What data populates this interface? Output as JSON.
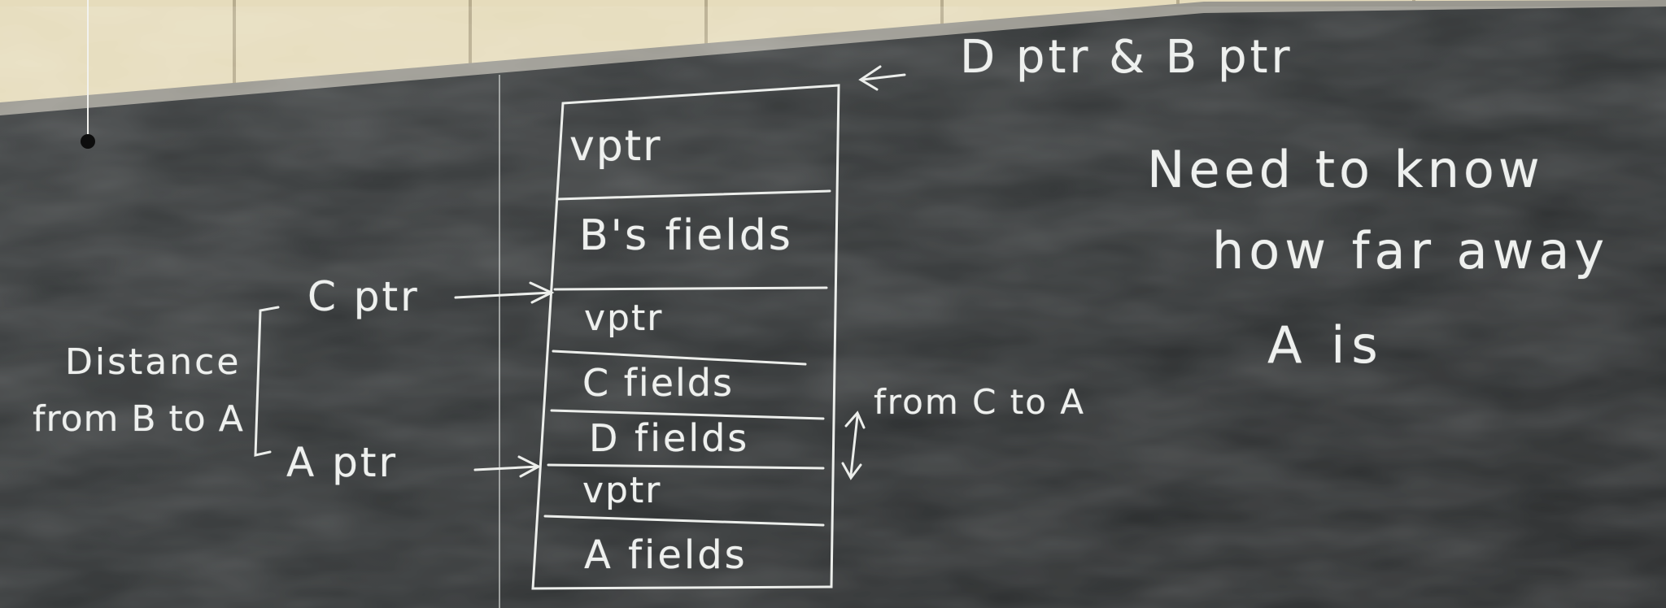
{
  "memory_layout": {
    "slots": [
      {
        "label": "vptr"
      },
      {
        "label": "B's fields"
      },
      {
        "label": "vptr"
      },
      {
        "label": "C fields"
      },
      {
        "label": "D fields"
      },
      {
        "label": "vptr"
      },
      {
        "label": "A fields"
      }
    ]
  },
  "annotations": {
    "top_pointer": "D ptr & B ptr",
    "c_pointer": "C ptr",
    "a_pointer": "A ptr",
    "distance_line1": "Distance",
    "distance_line2": "from B to A",
    "from_c_to_a": "from C to A",
    "note_line1": "Need to know",
    "note_line2": "how far away",
    "note_line3": "A is"
  }
}
